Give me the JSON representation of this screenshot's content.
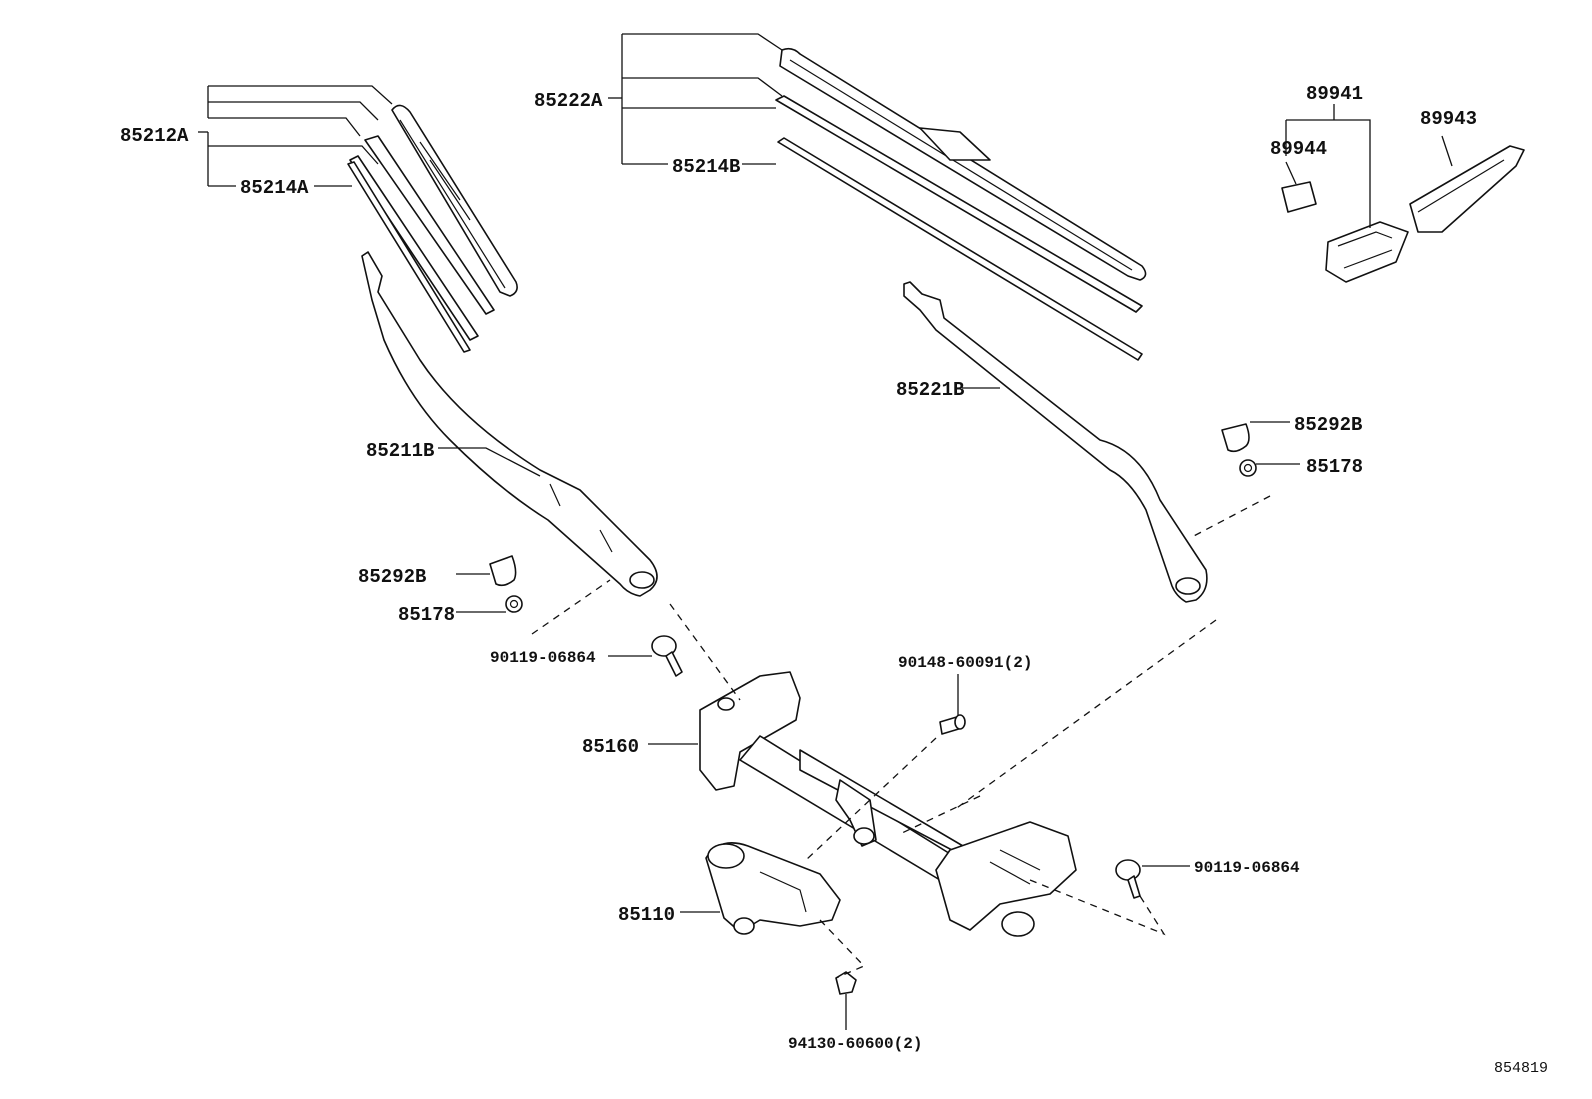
{
  "labels": {
    "p85212A": "85212A",
    "p85214A": "85214A",
    "p85222A": "85222A",
    "p85214B": "85214B",
    "p89941": "89941",
    "p89944": "89944",
    "p89943": "89943",
    "p85221B": "85221B",
    "p85211B": "85211B",
    "p85292B_right": "85292B",
    "p85178_right": "85178",
    "p85292B_left": "85292B",
    "p85178_left": "85178",
    "p90119_left": "90119-06864",
    "p90148": "90148-60091(2)",
    "p85160": "85160",
    "p90119_right": "90119-06864",
    "p85110": "85110",
    "p94130": "94130-60600(2)"
  },
  "diagram_ref": "854819"
}
